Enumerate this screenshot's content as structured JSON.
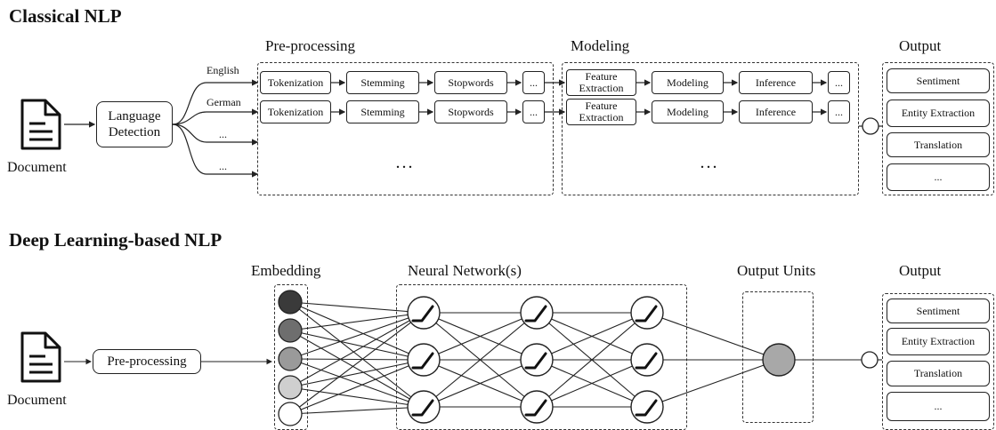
{
  "classical": {
    "title": "Classical NLP",
    "document_label": "Document",
    "lang_detect": "Language Detection",
    "langs": [
      "English",
      "German",
      "...",
      "..."
    ],
    "preprocessing_header": "Pre-processing",
    "modeling_header": "Modeling",
    "output_header": "Output",
    "pre_steps": [
      "Tokenization",
      "Stemming",
      "Stopwords",
      "..."
    ],
    "model_steps": [
      "Feature Extraction",
      "Modeling",
      "Inference",
      "..."
    ],
    "ellipsis": "...",
    "outputs": [
      "Sentiment",
      "Entity Extraction",
      "Translation",
      "..."
    ]
  },
  "deep": {
    "title": "Deep Learning-based NLP",
    "document_label": "Document",
    "preprocessing": "Pre-processing",
    "embedding_header": "Embedding",
    "nn_header": "Neural Network(s)",
    "output_units_header": "Output Units",
    "output_header": "Output",
    "embedding_colors": [
      "#3a3a3a",
      "#6e6e6e",
      "#9a9a9a",
      "#cfcfcf",
      "#ffffff"
    ],
    "output_unit_color": "#a8a8a8",
    "outputs": [
      "Sentiment",
      "Entity Extraction",
      "Translation",
      "..."
    ]
  }
}
